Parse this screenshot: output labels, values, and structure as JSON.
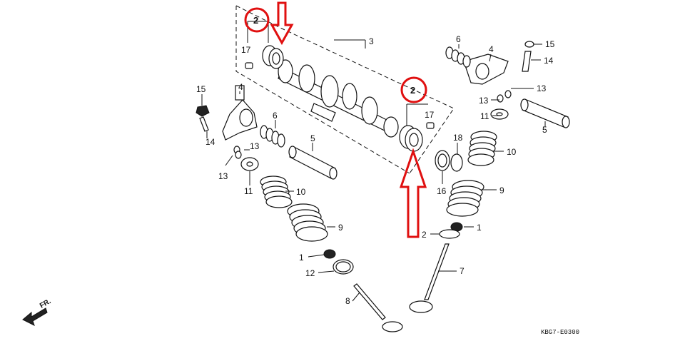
{
  "diagram": {
    "code": "KBG7-E0300",
    "direction_marker": "FR.",
    "callout_labels": {
      "camshaft": "3",
      "bearing_left": "2",
      "bearing_right": "2",
      "dowel_left": "17",
      "dowel_right": "17",
      "rocker_left": "4",
      "rocker_right": "4",
      "adjuster_nut_left": "15",
      "adjuster_nut_right": "15",
      "adjuster_screw_left": "14",
      "adjuster_screw_right": "14",
      "o_ring_left_upper": "13",
      "o_ring_left_lower": "13",
      "o_ring_right_a": "13",
      "o_ring_right_b": "13",
      "washer_left": "11",
      "washer_right": "11",
      "spring_small_left": "6",
      "spring_small_right": "6",
      "shaft_left": "5",
      "shaft_right": "5",
      "outer_spring_left": "10",
      "outer_spring_right": "10",
      "inner_spring_left": "9",
      "inner_spring_right": "9",
      "retainer_left": "1",
      "retainer_right": "1",
      "seal_left": "12",
      "valve_exhaust": "8",
      "valve_intake": "7",
      "seat_right": "16",
      "ring_right": "18",
      "cotter_right": "2"
    }
  }
}
